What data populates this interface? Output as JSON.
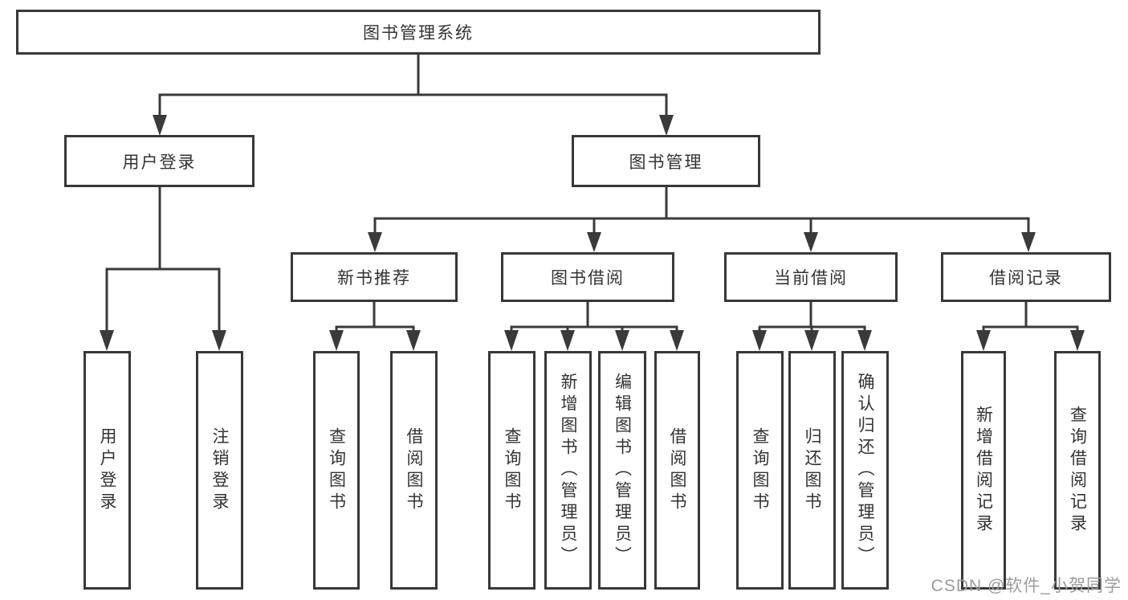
{
  "diagram": {
    "title": "图书管理系统",
    "root": {
      "label": "图书管理系统"
    },
    "level2": [
      {
        "label": "用户登录"
      },
      {
        "label": "图书管理"
      }
    ],
    "level3": [
      {
        "label": "新书推荐"
      },
      {
        "label": "图书借阅"
      },
      {
        "label": "当前借阅"
      },
      {
        "label": "借阅记录"
      }
    ],
    "leaves": {
      "user_login": [
        "用户登录",
        "注销登录"
      ],
      "new_book": [
        "查询图书",
        "借阅图书"
      ],
      "book_borrow": [
        "查询图书",
        "新增图书（管理员）",
        "编辑图书（管理员）",
        "借阅图书"
      ],
      "current_borrow": [
        "查询图书",
        "归还图书",
        "确认归还（管理员）"
      ],
      "borrow_record": [
        "新增借阅记录",
        "查询借阅记录"
      ]
    }
  },
  "watermark": {
    "text": "CSDN @软件_小贺同学"
  },
  "colors": {
    "line": "#3a3a3a",
    "border": "#383838",
    "box_bg": "#ffffff",
    "text": "#333333",
    "watermark": "#9c9c9c"
  }
}
